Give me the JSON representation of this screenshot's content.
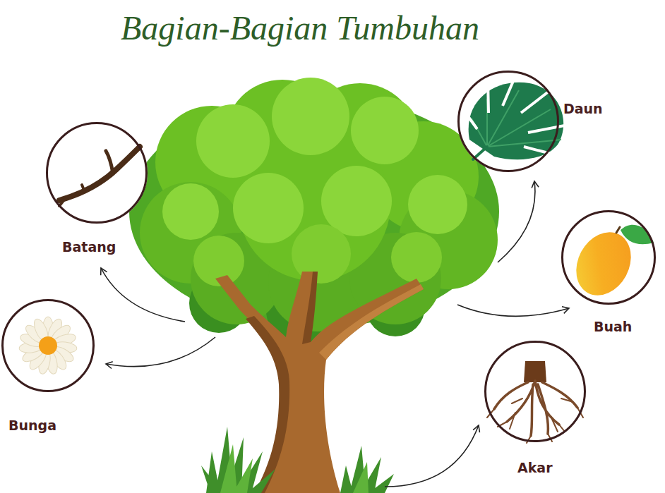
{
  "diagram": {
    "title": "Bagian-Bagian Tumbuhan",
    "nodes": [
      {
        "text": [
          "Daun"
        ]
      },
      {
        "text": [
          "Batang"
        ]
      },
      {
        "text": [
          "Buah"
        ]
      },
      {
        "text": [
          "Bunga"
        ]
      },
      {
        "text": [
          "Akar"
        ]
      }
    ]
  }
}
